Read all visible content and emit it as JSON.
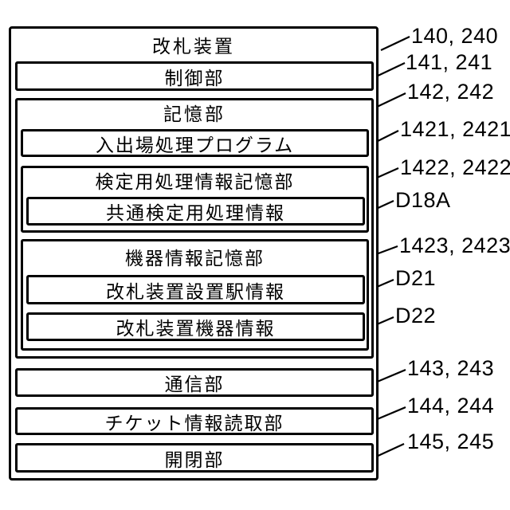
{
  "figure": {
    "outer": {
      "title": "改札装置",
      "ref": "140, 240"
    },
    "control": {
      "title": "制御部",
      "ref": "141, 241"
    },
    "storage": {
      "title": "記憶部",
      "ref": "142, 242",
      "program": {
        "title": "入出場処理プログラム",
        "ref": "1421, 2421"
      },
      "verification": {
        "title": "検定用処理情報記憶部",
        "ref": "1422, 2422",
        "common": {
          "title": "共通検定用処理情報",
          "ref": "D18A"
        }
      },
      "equipment": {
        "title": "機器情報記憶部",
        "ref": "1423, 2423",
        "station": {
          "title": "改札装置設置駅情報",
          "ref": "D21"
        },
        "device": {
          "title": "改札装置機器情報",
          "ref": "D22"
        }
      }
    },
    "communication": {
      "title": "通信部",
      "ref": "143, 243"
    },
    "ticket_reader": {
      "title": "チケット情報読取部",
      "ref": "144, 244"
    },
    "gate": {
      "title": "開閉部",
      "ref": "145, 245"
    }
  },
  "colors": {
    "line": "#000000",
    "background": "#ffffff"
  }
}
